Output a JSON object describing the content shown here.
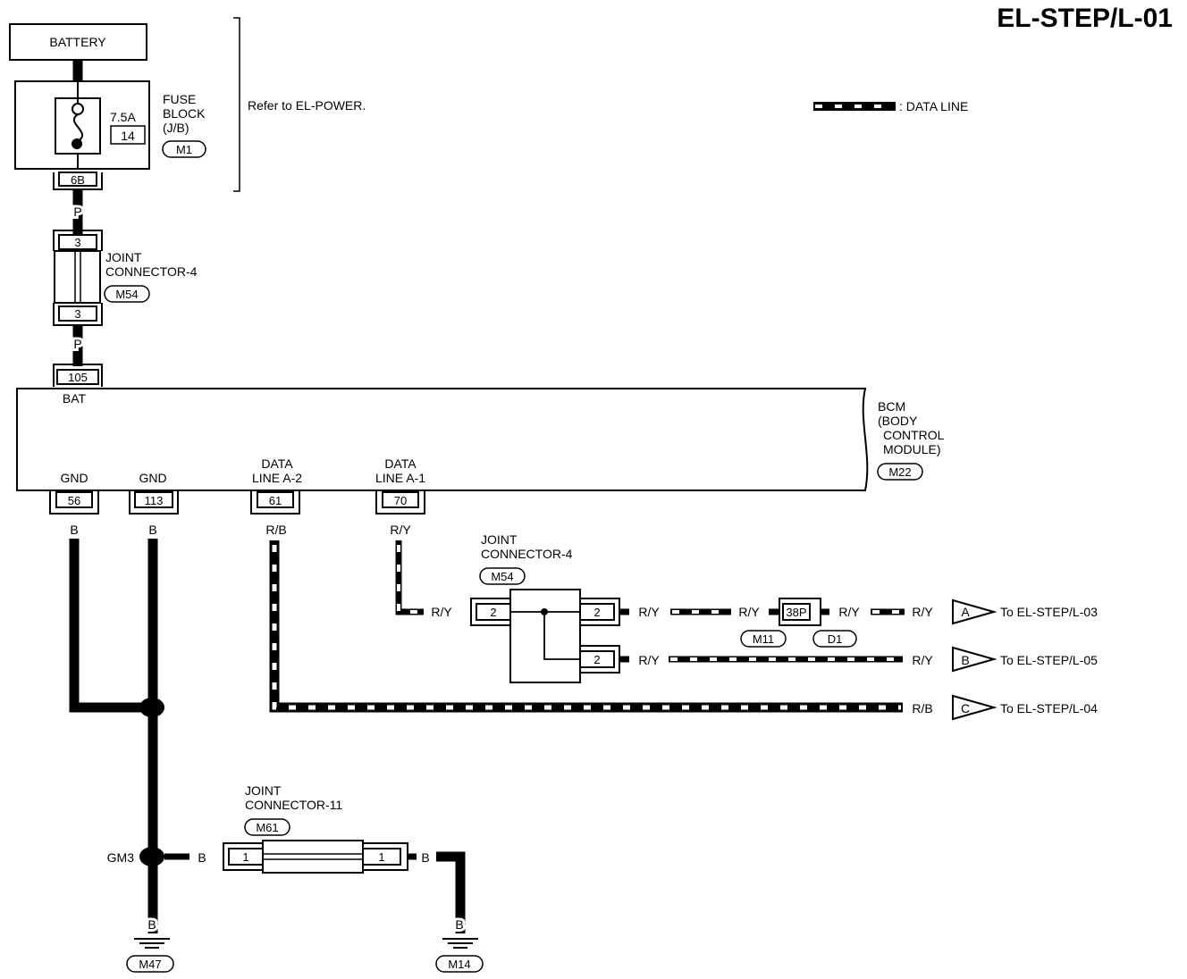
{
  "title": "EL-STEP/L-01",
  "battery": {
    "label": "BATTERY"
  },
  "fuse_block": {
    "name_line1": "FUSE",
    "name_line2": "BLOCK",
    "name_line3": "(J/B)",
    "connector": "M1",
    "rating": "7.5A",
    "fuse_number": "14",
    "terminal": "6B"
  },
  "refer_note": "Refer to EL-POWER.",
  "legend": {
    "label": ": DATA LINE"
  },
  "joint_connector_top": {
    "name_line1": "JOINT",
    "name_line2": "CONNECTOR-4",
    "connector": "M54",
    "pin_in": "3",
    "pin_out": "3"
  },
  "bcm": {
    "name_line1": "BCM",
    "name_line2": "(BODY",
    "name_line3": "CONTROL",
    "name_line4": "MODULE)",
    "connector": "M22",
    "bat_label": "BAT",
    "bat_pin": "105",
    "gnd1_label": "GND",
    "gnd1_pin": "56",
    "gnd2_label": "GND",
    "gnd2_pin": "113",
    "dla2_line1": "DATA",
    "dla2_line2": "LINE A-2",
    "dla2_pin": "61",
    "dla1_line1": "DATA",
    "dla1_line2": "LINE A-1",
    "dla1_pin": "70"
  },
  "wire_colors": {
    "p_fuse_jc": "P",
    "p_jc_bcm": "P",
    "b_gnd1": "B",
    "b_gnd2": "B",
    "rb_bcm": "R/B",
    "ry_bcm": "R/Y",
    "ry_jc_in": "R/Y",
    "ry_jc_out1": "R/Y",
    "ry_m11_in": "R/Y",
    "ry_d1_out": "R/Y",
    "ry_to_a": "R/Y",
    "ry_jc_out2": "R/Y",
    "ry_to_b": "R/Y",
    "rb_to_c": "R/B",
    "b_gm3_jc": "B",
    "b_jc_m14": "B",
    "b_m14": "B",
    "b_m47": "B"
  },
  "joint_connector_mid": {
    "name_line1": "JOINT",
    "name_line2": "CONNECTOR-4",
    "connector": "M54",
    "pin_in": "2",
    "pin_out1": "2",
    "pin_out2": "2"
  },
  "inline_connector": {
    "pin": "38P",
    "connector_left": "M11",
    "connector_right": "D1"
  },
  "outputs": [
    {
      "letter": "A",
      "label": "To EL-STEP/L-03"
    },
    {
      "letter": "B",
      "label": "To EL-STEP/L-05"
    },
    {
      "letter": "C",
      "label": "To EL-STEP/L-04"
    }
  ],
  "joint_connector_low": {
    "name_line1": "JOINT",
    "name_line2": "CONNECTOR-11",
    "connector": "M61",
    "pin_left": "1",
    "pin_right": "1"
  },
  "ground_point": {
    "label": "GM3"
  },
  "grounds": {
    "left": "M47",
    "right": "M14"
  }
}
